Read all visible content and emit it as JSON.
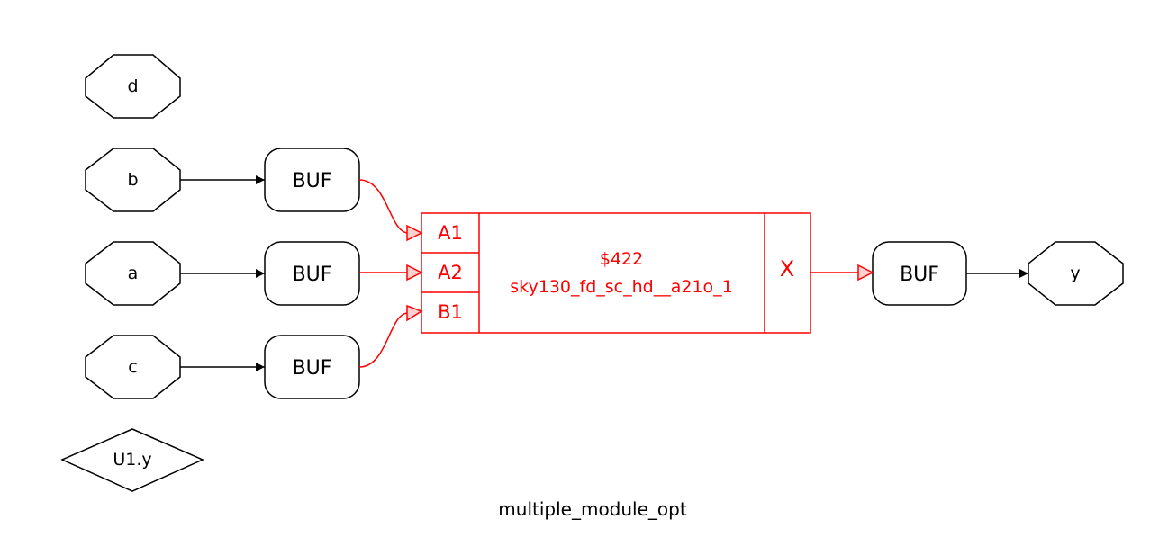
{
  "diagram": {
    "title": "multiple_module_opt",
    "colors": {
      "normal": "#000000",
      "highlight": "#ff0000",
      "arrow_fill_highlight": "#ffd0d0",
      "background": "#ffffff"
    },
    "ports": {
      "d": "d",
      "b": "b",
      "a": "a",
      "c": "c",
      "y": "y",
      "u1y": "U1.y"
    },
    "buffers": {
      "b": "BUF",
      "a": "BUF",
      "c": "BUF",
      "out": "BUF"
    },
    "cell": {
      "id": "$422",
      "type": "sky130_fd_sc_hd__a21o_1",
      "inputs": [
        "A1",
        "A2",
        "B1"
      ],
      "output": "X"
    }
  }
}
